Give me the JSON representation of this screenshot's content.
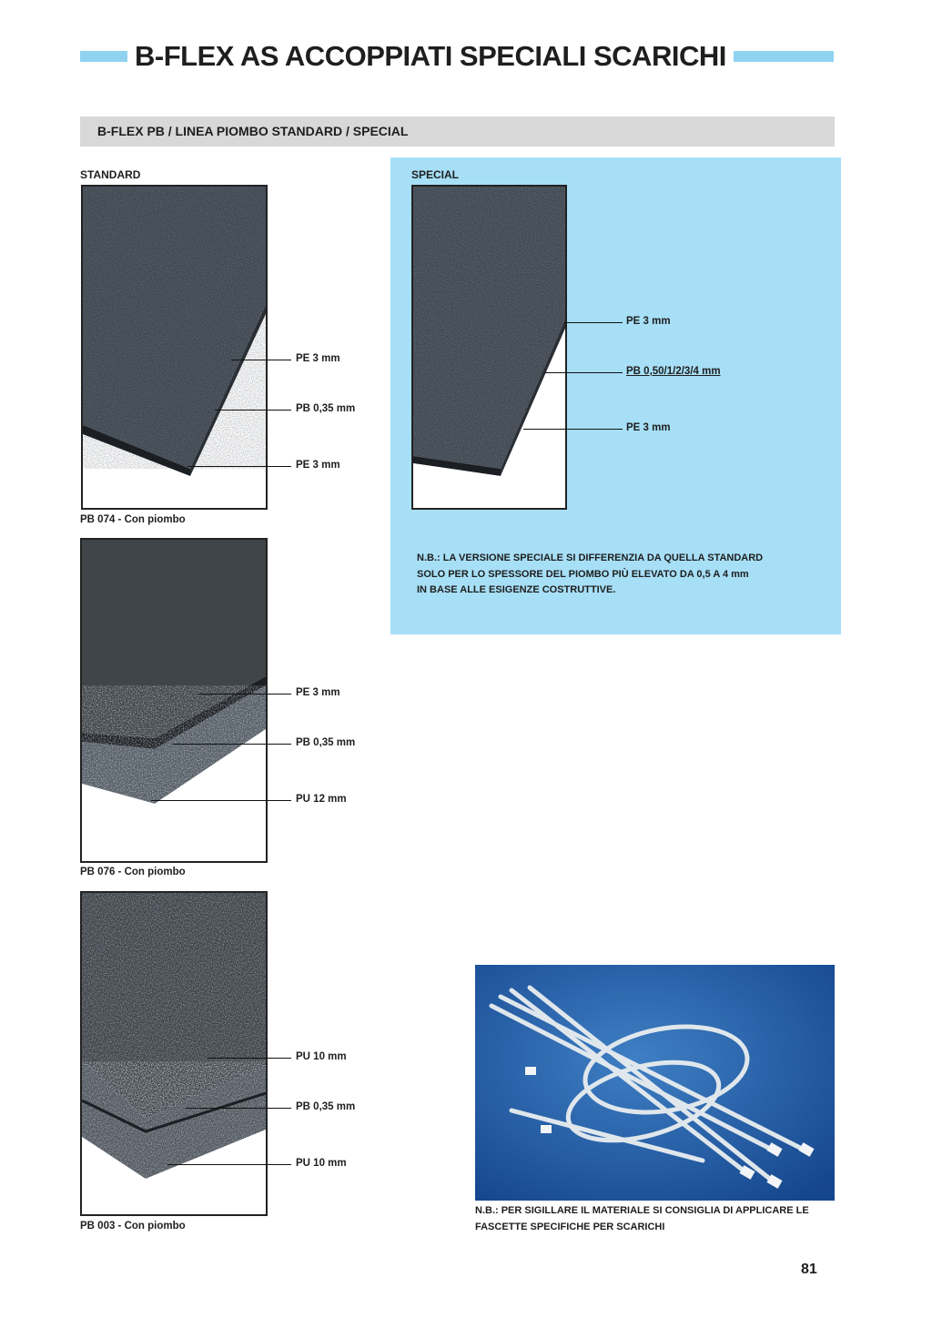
{
  "header": {
    "title": "B-FLEX AS ACCOPPIATI SPECIALI SCARICHI"
  },
  "section": {
    "heading": "B-FLEX PB / LINEA PIOMBO STANDARD / SPECIAL"
  },
  "standard": {
    "heading": "STANDARD",
    "products": [
      {
        "caption": "PB 074 - Con piombo",
        "layers": [
          "PE 3 mm",
          "PB 0,35 mm",
          "PE 3 mm"
        ]
      },
      {
        "caption": "PB 076 - Con piombo",
        "layers": [
          "PE 3 mm",
          "PB 0,35 mm",
          "PU 12 mm"
        ]
      },
      {
        "caption": "PB 003 - Con piombo",
        "layers": [
          "PU 10 mm",
          "PB 0,35 mm",
          "PU 10 mm"
        ]
      }
    ]
  },
  "special": {
    "heading": "SPECIAL",
    "layers": [
      "PE 3 mm",
      "PB 0,50/1/2/3/4 mm",
      "PE 3 mm"
    ],
    "note_lines": [
      "N.B.: LA VERSIONE SPECIALE SI DIFFERENZIA DA QUELLA STANDARD",
      "SOLO PER LO SPESSORE DEL PIOMBO PIÙ ELEVATO DA 0,5 A 4 mm",
      "IN BASE ALLE ESIGENZE COSTRUTTIVE."
    ]
  },
  "ties_note_lines": [
    "N.B.: PER SIGILLARE IL MATERIALE SI CONSIGLIA DI APPLICARE LE",
    "FASCETTE SPECIFICHE PER SCARICHI"
  ],
  "page_number": "81",
  "colors": {
    "accent": "#8fd3f0",
    "panel": "#a7dff7",
    "subhead_bg": "#d8d8d8",
    "text": "#1e1e1e"
  }
}
